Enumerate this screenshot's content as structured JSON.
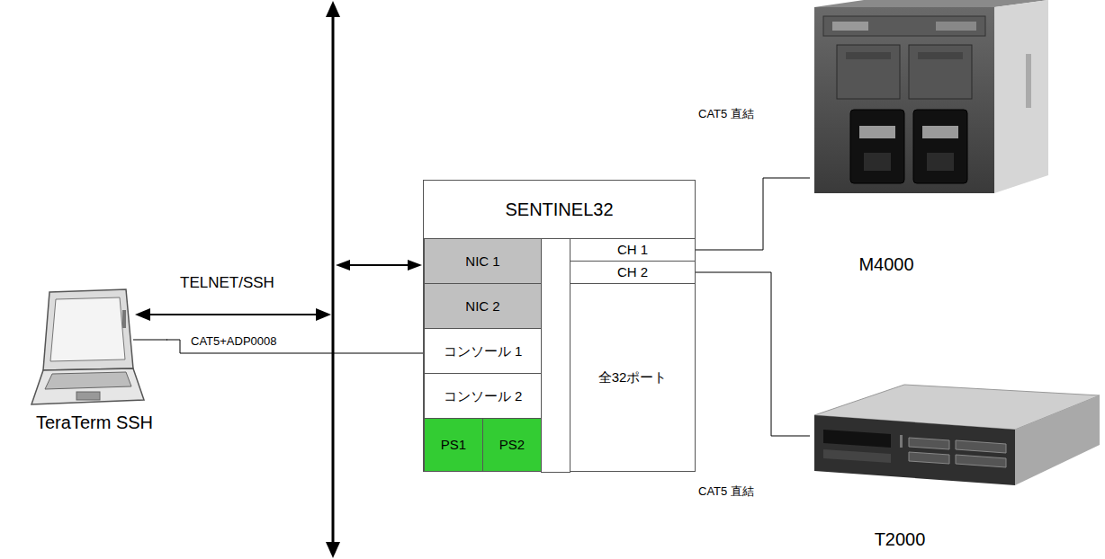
{
  "diagram": {
    "nodes": [
      {
        "text": [
          "SENTINEL32"
        ]
      },
      {
        "text": [
          "NIC 1"
        ],
        "in": 0
      },
      {
        "text": [
          "NIC 2"
        ],
        "in": 0
      },
      {
        "text": [
          "コンソール 1"
        ],
        "in": 0
      },
      {
        "text": [
          "コンソール 2"
        ],
        "in": 0
      },
      {
        "text": [
          "PS1"
        ],
        "in": 0
      },
      {
        "text": [
          "PS2"
        ],
        "in": 0
      },
      {
        "text": [
          "CH 1"
        ],
        "in": 0
      },
      {
        "text": [
          "CH 2"
        ],
        "in": 0
      },
      {
        "text": [
          "全32ポート"
        ],
        "in": 0
      },
      {
        "text": [
          "M4000"
        ]
      },
      {
        "text": [
          "TeraTerm SSH"
        ]
      },
      {
        "text": [
          "T2000"
        ]
      }
    ],
    "edges": [
      {
        "from": 11,
        "to": 3,
        "arrow": "none",
        "label": "CAT5+ADP0008"
      },
      {
        "from": 7,
        "to": 10,
        "arrow": "none"
      },
      {
        "from": 8,
        "to": 12,
        "arrow": "none"
      }
    ],
    "labels": [
      "TELNET/SSH",
      "CAT5 直結",
      "CAT5 直結"
    ]
  }
}
